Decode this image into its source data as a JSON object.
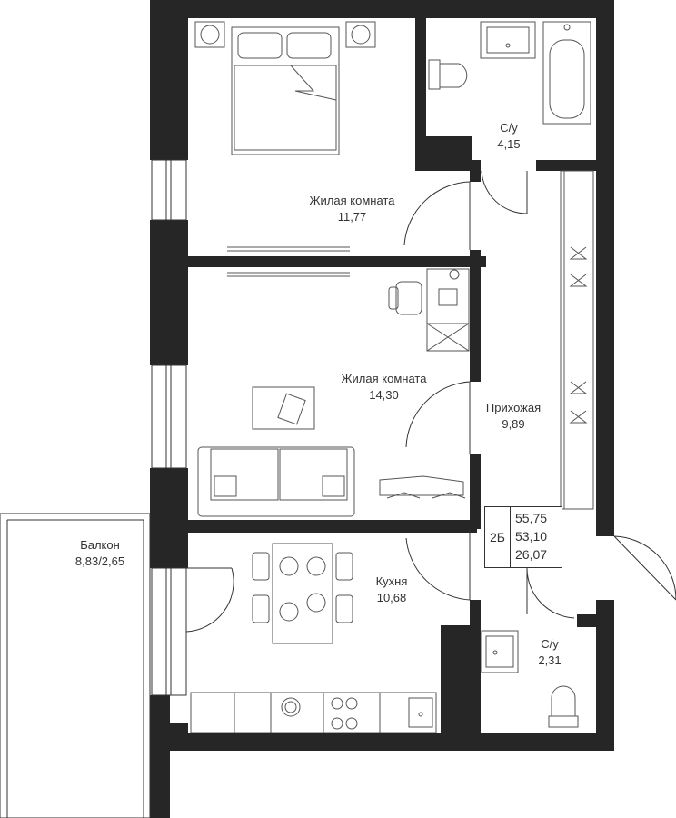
{
  "colors": {
    "wall": "#262626",
    "line": "#333333",
    "furniture": "#555555",
    "background": "#ffffff"
  },
  "rooms": [
    {
      "id": "bedroom",
      "name": "Жилая комната",
      "area": "11,77"
    },
    {
      "id": "bath-main",
      "name": "С/у",
      "area": "4,15"
    },
    {
      "id": "living",
      "name": "Жилая комната",
      "area": "14,30"
    },
    {
      "id": "hallway",
      "name": "Прихожая",
      "area": "9,89"
    },
    {
      "id": "balcony",
      "name": "Балкон",
      "area": "8,83/2,65"
    },
    {
      "id": "kitchen",
      "name": "Кухня",
      "area": "10,68"
    },
    {
      "id": "bath-small",
      "name": "С/у",
      "area": "2,31"
    }
  ],
  "apartment": {
    "type": "2Б",
    "areas": [
      "55,75",
      "53,10",
      "26,07"
    ]
  },
  "icons": [
    "bed-icon",
    "bathtub-icon",
    "toilet-icon",
    "sink-icon",
    "sofa-icon",
    "desk-icon",
    "chair-icon",
    "dining-table-icon",
    "stove-icon",
    "wardrobe-icon",
    "hanger-icon",
    "door-icon",
    "window-icon",
    "tv-icon",
    "rug-icon"
  ]
}
